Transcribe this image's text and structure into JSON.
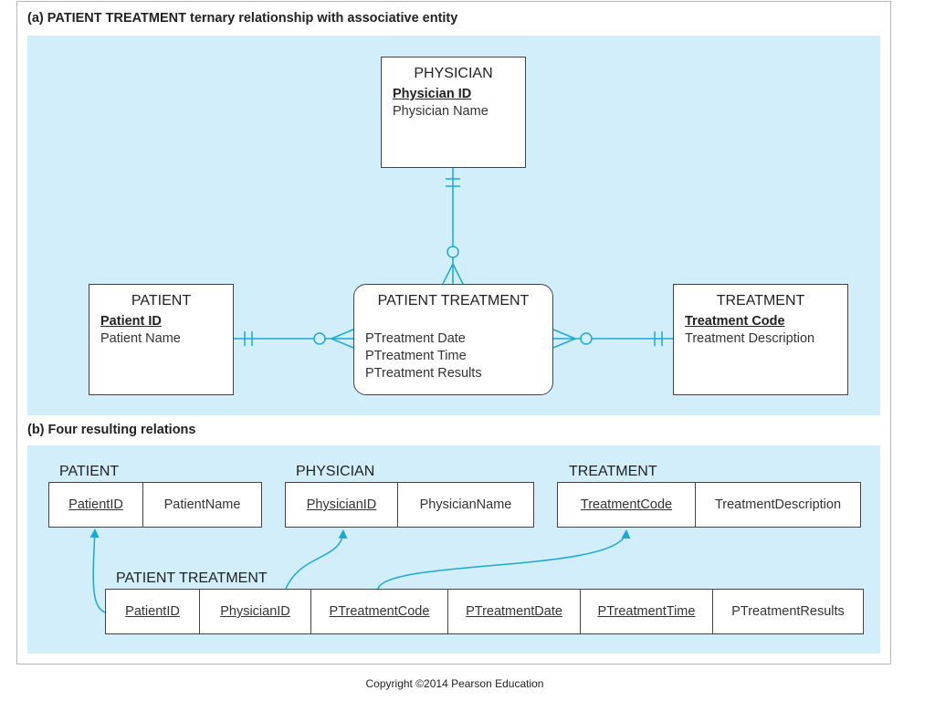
{
  "section_a": {
    "heading": "(a) PATIENT TREATMENT ternary relationship with associative entity",
    "physician": {
      "name": "PHYSICIAN",
      "key": "Physician ID",
      "attrs": [
        "Physician Name"
      ]
    },
    "patient": {
      "name": "PATIENT",
      "key": "Patient ID",
      "attrs": [
        "Patient Name"
      ]
    },
    "treatment": {
      "name": "TREATMENT",
      "key": "Treatment Code",
      "attrs": [
        "Treatment Description"
      ]
    },
    "patient_treatment": {
      "name": "PATIENT TREATMENT",
      "attrs": [
        "PTreatment Date",
        "PTreatment Time",
        "PTreatment Results"
      ]
    }
  },
  "section_b": {
    "heading": "(b) Four resulting relations",
    "patient": {
      "name": "PATIENT",
      "columns": [
        {
          "label": "PatientID",
          "pk": true
        },
        {
          "label": "PatientName",
          "pk": false
        }
      ]
    },
    "physician": {
      "name": "PHYSICIAN",
      "columns": [
        {
          "label": "PhysicianID",
          "pk": true
        },
        {
          "label": "PhysicianName",
          "pk": false
        }
      ]
    },
    "treatment": {
      "name": "TREATMENT",
      "columns": [
        {
          "label": "TreatmentCode",
          "pk": true
        },
        {
          "label": "TreatmentDescription",
          "pk": false
        }
      ]
    },
    "patient_treatment": {
      "name": "PATIENT TREATMENT",
      "columns": [
        {
          "label": "PatientID",
          "pk": true
        },
        {
          "label": "PhysicianID",
          "pk": true
        },
        {
          "label": "PTreatmentCode",
          "pk": true
        },
        {
          "label": "PTreatmentDate",
          "pk": true
        },
        {
          "label": "PTreatmentTime",
          "pk": true
        },
        {
          "label": "PTreatmentResults",
          "pk": false
        }
      ]
    }
  },
  "copyright": "Copyright ©2014 Pearson Education",
  "colors": {
    "panel": "#d2eefa",
    "connector": "#1aa8d6",
    "border": "#444444"
  }
}
